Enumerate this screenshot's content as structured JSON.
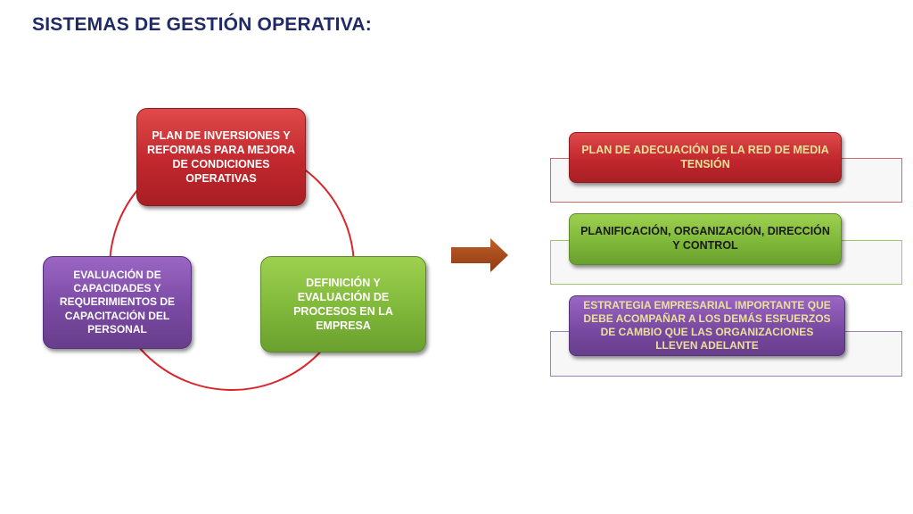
{
  "title": "SISTEMAS DE GESTIÓN OPERATIVA:",
  "colors": {
    "title": "#1f2a66",
    "red": "#c1272d",
    "green": "#7fb83a",
    "purple": "#7a4aa3",
    "arrow": "#a0451b",
    "cycle_line": "#d9262b"
  },
  "cycle": {
    "box_plan_inversiones": [
      "PLAN DE INVERSIONES Y",
      "REFORMAS  PARA MEJORA",
      "DE CONDICIONES",
      "OPERATIVAS"
    ],
    "box_definicion": [
      "DEFINICIÓN Y",
      "EVALUACIÓN DE",
      "PROCESOS  EN LA",
      "EMPRESA"
    ],
    "box_evaluacion": [
      "EVALUACIÓN  DE",
      "CAPACIDADES Y",
      "REQUERIMIENTOS DE",
      "CAPACITACIÓN DEL",
      "PERSONAL"
    ]
  },
  "right_list": {
    "item_1": [
      "PLAN DE ADECUACIÓN DE LA RED DE MEDIA",
      "TENSIÓN"
    ],
    "item_2": [
      "PLANIFICACIÓN, ORGANIZACIÓN, DIRECCIÓN",
      "Y CONTROL"
    ],
    "item_3": [
      "ESTRATEGIA EMPRESARIAL IMPORTANTE QUE",
      "DEBE ACOMPAÑAR A LOS DEMÁS ESFUERZOS",
      "DE CAMBIO QUE LAS ORGANIZACIONES",
      "LLEVEN ADELANTE"
    ]
  }
}
